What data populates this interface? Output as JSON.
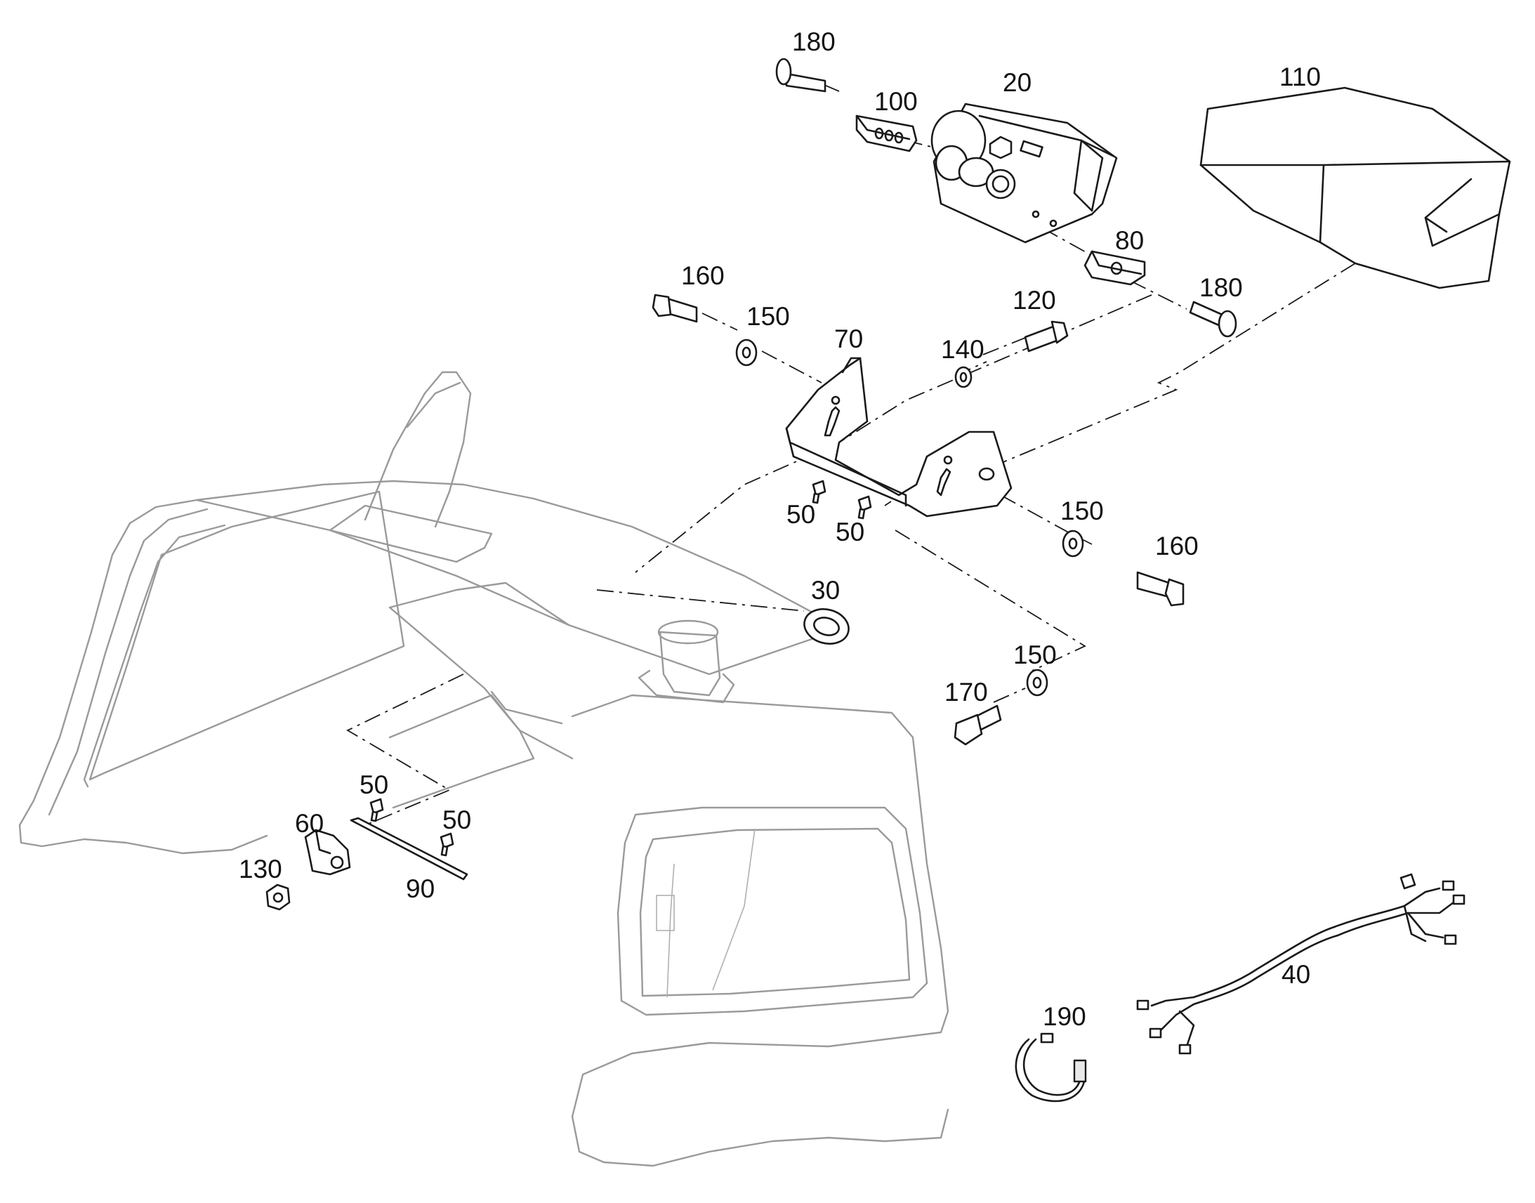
{
  "callouts": {
    "c20": "20",
    "c30": "30",
    "c40": "40",
    "c50a": "50",
    "c50b": "50",
    "c50c": "50",
    "c50d": "50",
    "c60": "60",
    "c70": "70",
    "c80": "80",
    "c90": "90",
    "c100": "100",
    "c110": "110",
    "c120": "120",
    "c130": "130",
    "c140": "140",
    "c150a": "150",
    "c150b": "150",
    "c150c": "150",
    "c160a": "160",
    "c160b": "160",
    "c170": "170",
    "c180a": "180",
    "c180b": "180",
    "c190": "190"
  }
}
